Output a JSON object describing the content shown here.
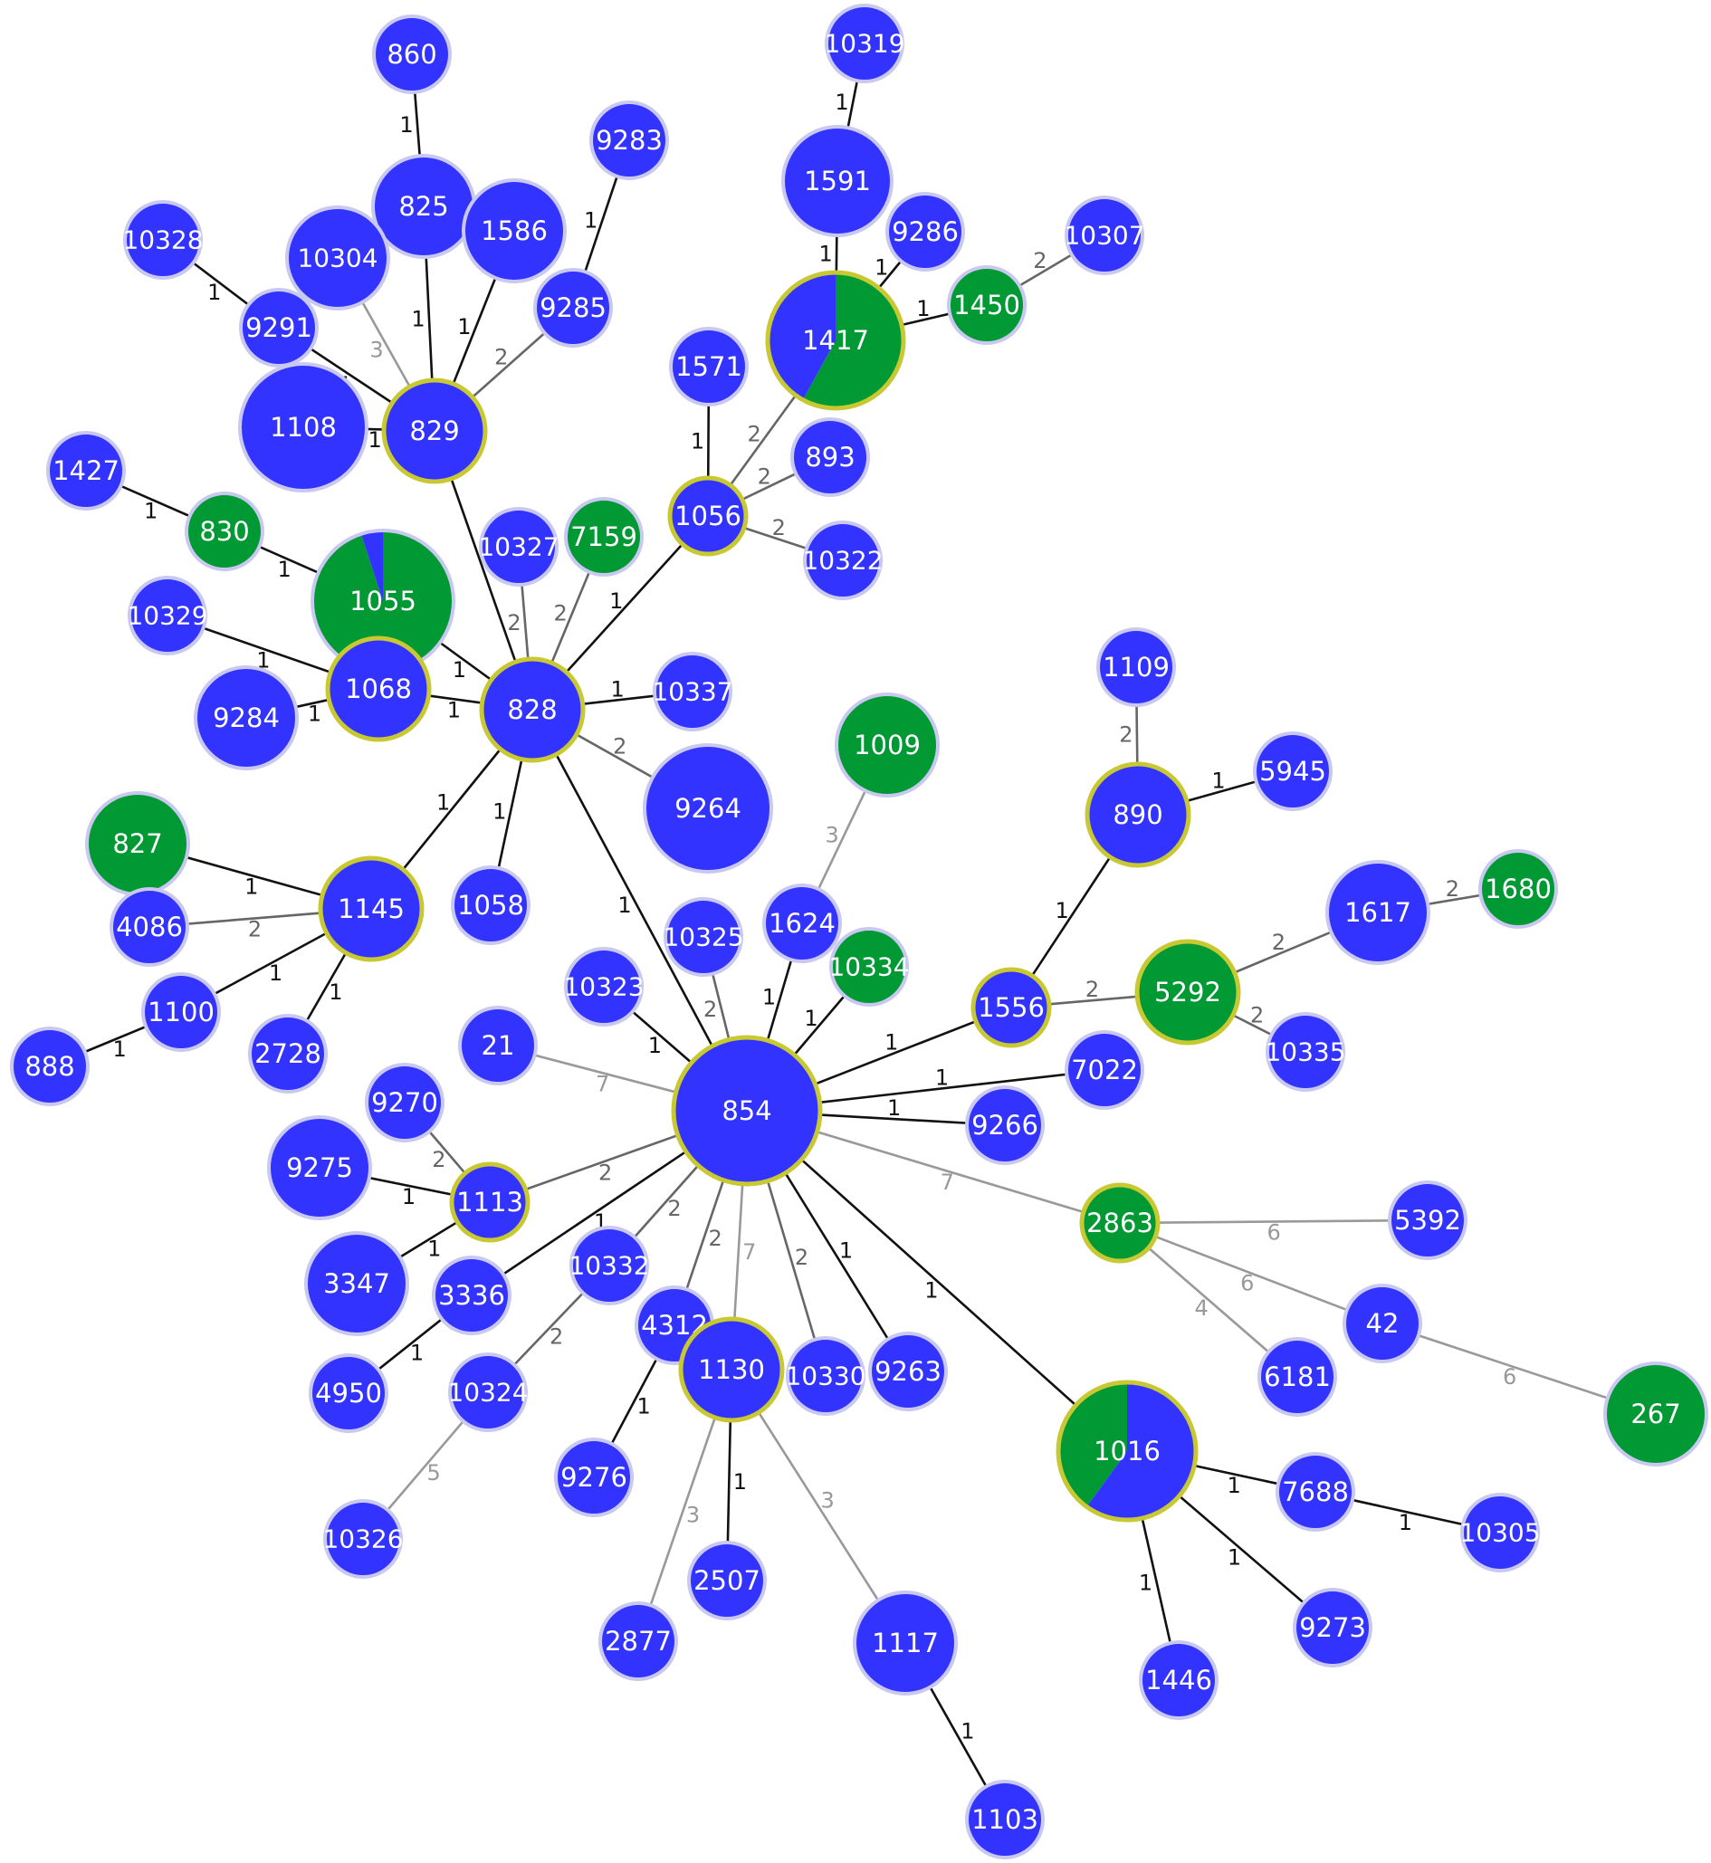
{
  "colors": {
    "blue": "#3333ff",
    "green": "#009933",
    "node_outline": "#c8c8f0",
    "highlight_outline": "#c8c832",
    "edge_near": "#111111",
    "edge_mid": "#666666",
    "edge_far": "#999999"
  },
  "nodes": [
    {
      "id": "860",
      "label": "860",
      "size": "sm"
    },
    {
      "id": "10319",
      "label": "10319",
      "size": "sm"
    },
    {
      "id": "9283",
      "label": "9283",
      "size": "sm"
    },
    {
      "id": "825",
      "label": "825",
      "size": "md"
    },
    {
      "id": "1586",
      "label": "1586",
      "size": "md"
    },
    {
      "id": "10304",
      "label": "10304",
      "size": "md"
    },
    {
      "id": "10328",
      "label": "10328",
      "size": "sm"
    },
    {
      "id": "9291",
      "label": "9291",
      "size": "sm"
    },
    {
      "id": "9285",
      "label": "9285",
      "size": "sm"
    },
    {
      "id": "1591",
      "label": "1591",
      "size": "md"
    },
    {
      "id": "9286",
      "label": "9286",
      "size": "sm"
    },
    {
      "id": "10307",
      "label": "10307",
      "size": "sm"
    },
    {
      "id": "1450",
      "label": "1450",
      "size": "sm",
      "pie": [
        {
          "color": "green",
          "frac": 1
        }
      ]
    },
    {
      "id": "1417",
      "label": "1417",
      "size": "lg",
      "highlight": true,
      "pie": [
        {
          "color": "green",
          "frac": 0.58
        },
        {
          "color": "blue",
          "frac": 0.42
        }
      ]
    },
    {
      "id": "1571",
      "label": "1571",
      "size": "sm"
    },
    {
      "id": "1108",
      "label": "1108",
      "size": "lg"
    },
    {
      "id": "829",
      "label": "829",
      "size": "md",
      "highlight": true
    },
    {
      "id": "893",
      "label": "893",
      "size": "sm"
    },
    {
      "id": "1056",
      "label": "1056",
      "size": "sm",
      "highlight": true
    },
    {
      "id": "10322",
      "label": "10322",
      "size": "sm"
    },
    {
      "id": "1427",
      "label": "1427",
      "size": "sm"
    },
    {
      "id": "830",
      "label": "830",
      "size": "sm",
      "pie": [
        {
          "color": "green",
          "frac": 1
        }
      ]
    },
    {
      "id": "10327",
      "label": "10327",
      "size": "sm"
    },
    {
      "id": "7159",
      "label": "7159",
      "size": "sm",
      "pie": [
        {
          "color": "green",
          "frac": 1
        }
      ]
    },
    {
      "id": "1055",
      "label": "1055",
      "size": "lg",
      "pie": [
        {
          "color": "green",
          "frac": 0.95
        },
        {
          "color": "blue",
          "frac": 0.05
        }
      ]
    },
    {
      "id": "10329",
      "label": "10329",
      "size": "sm"
    },
    {
      "id": "1068",
      "label": "1068",
      "size": "md",
      "highlight": true
    },
    {
      "id": "9284",
      "label": "9284",
      "size": "md"
    },
    {
      "id": "828",
      "label": "828",
      "size": "md",
      "highlight": true
    },
    {
      "id": "10337",
      "label": "10337",
      "size": "sm"
    },
    {
      "id": "1009",
      "label": "1009",
      "size": "md",
      "pie": [
        {
          "color": "green",
          "frac": 1
        }
      ]
    },
    {
      "id": "9264",
      "label": "9264",
      "size": "lg"
    },
    {
      "id": "1109",
      "label": "1109",
      "size": "sm"
    },
    {
      "id": "5945",
      "label": "5945",
      "size": "sm"
    },
    {
      "id": "890",
      "label": "890",
      "size": "md",
      "highlight": true
    },
    {
      "id": "827",
      "label": "827",
      "size": "md",
      "pie": [
        {
          "color": "green",
          "frac": 1
        }
      ]
    },
    {
      "id": "1145",
      "label": "1145",
      "size": "md",
      "highlight": true
    },
    {
      "id": "1058",
      "label": "1058",
      "size": "sm"
    },
    {
      "id": "4086",
      "label": "4086",
      "size": "sm"
    },
    {
      "id": "1617",
      "label": "1617",
      "size": "md"
    },
    {
      "id": "1680",
      "label": "1680",
      "size": "sm",
      "pie": [
        {
          "color": "green",
          "frac": 1
        }
      ]
    },
    {
      "id": "1624",
      "label": "1624",
      "size": "sm"
    },
    {
      "id": "10325",
      "label": "10325",
      "size": "sm"
    },
    {
      "id": "10334",
      "label": "10334",
      "size": "sm",
      "pie": [
        {
          "color": "green",
          "frac": 1
        }
      ]
    },
    {
      "id": "5292",
      "label": "5292",
      "size": "md",
      "highlight": true,
      "pie": [
        {
          "color": "green",
          "frac": 1
        }
      ]
    },
    {
      "id": "1100",
      "label": "1100",
      "size": "sm"
    },
    {
      "id": "10323",
      "label": "10323",
      "size": "sm"
    },
    {
      "id": "1556",
      "label": "1556",
      "size": "sm",
      "highlight": true
    },
    {
      "id": "10335",
      "label": "10335",
      "size": "sm"
    },
    {
      "id": "888",
      "label": "888",
      "size": "sm"
    },
    {
      "id": "2728",
      "label": "2728",
      "size": "sm"
    },
    {
      "id": "21",
      "label": "21",
      "size": "sm"
    },
    {
      "id": "7022",
      "label": "7022",
      "size": "sm"
    },
    {
      "id": "854",
      "label": "854",
      "size": "lg",
      "highlight": true
    },
    {
      "id": "9270",
      "label": "9270",
      "size": "sm"
    },
    {
      "id": "9266",
      "label": "9266",
      "size": "sm"
    },
    {
      "id": "9275",
      "label": "9275",
      "size": "md"
    },
    {
      "id": "1113",
      "label": "1113",
      "size": "sm",
      "highlight": true
    },
    {
      "id": "2863",
      "label": "2863",
      "size": "sm",
      "highlight": true,
      "pie": [
        {
          "color": "green",
          "frac": 1
        }
      ]
    },
    {
      "id": "5392",
      "label": "5392",
      "size": "sm"
    },
    {
      "id": "3347",
      "label": "3347",
      "size": "md"
    },
    {
      "id": "10332",
      "label": "10332",
      "size": "sm"
    },
    {
      "id": "3336",
      "label": "3336",
      "size": "sm"
    },
    {
      "id": "42",
      "label": "42",
      "size": "sm"
    },
    {
      "id": "4312",
      "label": "4312",
      "size": "sm"
    },
    {
      "id": "1130",
      "label": "1130",
      "size": "md",
      "highlight": true
    },
    {
      "id": "10330",
      "label": "10330",
      "size": "sm"
    },
    {
      "id": "9263",
      "label": "9263",
      "size": "sm"
    },
    {
      "id": "6181",
      "label": "6181",
      "size": "sm"
    },
    {
      "id": "267",
      "label": "267",
      "size": "md",
      "pie": [
        {
          "color": "green",
          "frac": 1
        }
      ]
    },
    {
      "id": "4950",
      "label": "4950",
      "size": "sm"
    },
    {
      "id": "10324",
      "label": "10324",
      "size": "sm"
    },
    {
      "id": "1016",
      "label": "1016",
      "size": "lg",
      "highlight": true,
      "pie": [
        {
          "color": "blue",
          "frac": 0.6
        },
        {
          "color": "green",
          "frac": 0.4
        }
      ]
    },
    {
      "id": "7688",
      "label": "7688",
      "size": "sm"
    },
    {
      "id": "9276",
      "label": "9276",
      "size": "sm"
    },
    {
      "id": "10305",
      "label": "10305",
      "size": "sm"
    },
    {
      "id": "10326",
      "label": "10326",
      "size": "sm"
    },
    {
      "id": "2507",
      "label": "2507",
      "size": "sm"
    },
    {
      "id": "2877",
      "label": "2877",
      "size": "sm"
    },
    {
      "id": "1117",
      "label": "1117",
      "size": "md"
    },
    {
      "id": "9273",
      "label": "9273",
      "size": "sm"
    },
    {
      "id": "1446",
      "label": "1446",
      "size": "sm"
    },
    {
      "id": "1103",
      "label": "1103",
      "size": "sm"
    }
  ],
  "edges": [
    {
      "from": "860",
      "to": "825",
      "label": "1"
    },
    {
      "from": "825",
      "to": "829",
      "label": "1"
    },
    {
      "from": "1586",
      "to": "829",
      "label": "1"
    },
    {
      "from": "10304",
      "to": "829",
      "label": "3"
    },
    {
      "from": "10328",
      "to": "9291",
      "label": "1"
    },
    {
      "from": "9291",
      "to": "829",
      "label": "1"
    },
    {
      "from": "9283",
      "to": "9285",
      "label": "1"
    },
    {
      "from": "9285",
      "to": "829",
      "label": "2"
    },
    {
      "from": "1108",
      "to": "829",
      "label": "1"
    },
    {
      "from": "829",
      "to": "828",
      "label": ""
    },
    {
      "from": "10319",
      "to": "1591",
      "label": "1"
    },
    {
      "from": "1591",
      "to": "1417",
      "label": "1"
    },
    {
      "from": "9286",
      "to": "1417",
      "label": "1"
    },
    {
      "from": "1450",
      "to": "1417",
      "label": "1"
    },
    {
      "from": "10307",
      "to": "1450",
      "label": "2"
    },
    {
      "from": "1417",
      "to": "1056",
      "label": "2"
    },
    {
      "from": "1571",
      "to": "1056",
      "label": "1"
    },
    {
      "from": "893",
      "to": "1056",
      "label": "2"
    },
    {
      "from": "10322",
      "to": "1056",
      "label": "2"
    },
    {
      "from": "1056",
      "to": "828",
      "label": "1"
    },
    {
      "from": "1427",
      "to": "830",
      "label": "1"
    },
    {
      "from": "830",
      "to": "1055",
      "label": "1"
    },
    {
      "from": "1055",
      "to": "828",
      "label": "1"
    },
    {
      "from": "10327",
      "to": "828",
      "label": "2"
    },
    {
      "from": "7159",
      "to": "828",
      "label": "2"
    },
    {
      "from": "10329",
      "to": "1068",
      "label": "1"
    },
    {
      "from": "9284",
      "to": "1068",
      "label": "1"
    },
    {
      "from": "1068",
      "to": "828",
      "label": "1"
    },
    {
      "from": "10337",
      "to": "828",
      "label": "1"
    },
    {
      "from": "9264",
      "to": "828",
      "label": "2"
    },
    {
      "from": "828",
      "to": "1145",
      "label": "1"
    },
    {
      "from": "828",
      "to": "1058",
      "label": "1"
    },
    {
      "from": "828",
      "to": "854",
      "label": "1"
    },
    {
      "from": "827",
      "to": "1145",
      "label": "1"
    },
    {
      "from": "4086",
      "to": "1145",
      "label": "2"
    },
    {
      "from": "1100",
      "to": "1145",
      "label": "1"
    },
    {
      "from": "2728",
      "to": "1145",
      "label": "1"
    },
    {
      "from": "888",
      "to": "1100",
      "label": "1"
    },
    {
      "from": "1009",
      "to": "1624",
      "label": "3"
    },
    {
      "from": "1624",
      "to": "854",
      "label": "1"
    },
    {
      "from": "10325",
      "to": "854",
      "label": "2"
    },
    {
      "from": "10334",
      "to": "854",
      "label": "1"
    },
    {
      "from": "10323",
      "to": "854",
      "label": "1"
    },
    {
      "from": "21",
      "to": "854",
      "label": "7"
    },
    {
      "from": "1109",
      "to": "890",
      "label": "2"
    },
    {
      "from": "5945",
      "to": "890",
      "label": "1"
    },
    {
      "from": "890",
      "to": "1556",
      "label": "1"
    },
    {
      "from": "1556",
      "to": "854",
      "label": "1"
    },
    {
      "from": "5292",
      "to": "1556",
      "label": "2"
    },
    {
      "from": "1617",
      "to": "5292",
      "label": "2"
    },
    {
      "from": "1680",
      "to": "1617",
      "label": "2"
    },
    {
      "from": "10335",
      "to": "5292",
      "label": "2"
    },
    {
      "from": "7022",
      "to": "854",
      "label": "1"
    },
    {
      "from": "9266",
      "to": "854",
      "label": "1"
    },
    {
      "from": "854",
      "to": "2863",
      "label": "7"
    },
    {
      "from": "2863",
      "to": "5392",
      "label": "6"
    },
    {
      "from": "2863",
      "to": "42",
      "label": "6"
    },
    {
      "from": "2863",
      "to": "6181",
      "label": "4"
    },
    {
      "from": "42",
      "to": "267",
      "label": "6"
    },
    {
      "from": "9270",
      "to": "1113",
      "label": "2"
    },
    {
      "from": "9275",
      "to": "1113",
      "label": "1"
    },
    {
      "from": "3347",
      "to": "1113",
      "label": "1"
    },
    {
      "from": "1113",
      "to": "854",
      "label": "2"
    },
    {
      "from": "3336",
      "to": "854",
      "label": "1"
    },
    {
      "from": "4950",
      "to": "3336",
      "label": "1"
    },
    {
      "from": "10332",
      "to": "854",
      "label": "2"
    },
    {
      "from": "10324",
      "to": "10332",
      "label": "2"
    },
    {
      "from": "10326",
      "to": "10324",
      "label": "5"
    },
    {
      "from": "4312",
      "to": "854",
      "label": "2"
    },
    {
      "from": "9276",
      "to": "4312",
      "label": "1"
    },
    {
      "from": "1130",
      "to": "854",
      "label": "7"
    },
    {
      "from": "10330",
      "to": "854",
      "label": "2"
    },
    {
      "from": "9263",
      "to": "854",
      "label": "1"
    },
    {
      "from": "2507",
      "to": "1130",
      "label": "1"
    },
    {
      "from": "2877",
      "to": "1130",
      "label": "3"
    },
    {
      "from": "1117",
      "to": "1130",
      "label": "3"
    },
    {
      "from": "1103",
      "to": "1117",
      "label": "1"
    },
    {
      "from": "854",
      "to": "1016",
      "label": "1"
    },
    {
      "from": "1016",
      "to": "7688",
      "label": "1"
    },
    {
      "from": "7688",
      "to": "10305",
      "label": "1"
    },
    {
      "from": "1016",
      "to": "9273",
      "label": "1"
    },
    {
      "from": "1016",
      "to": "1446",
      "label": "1"
    }
  ]
}
